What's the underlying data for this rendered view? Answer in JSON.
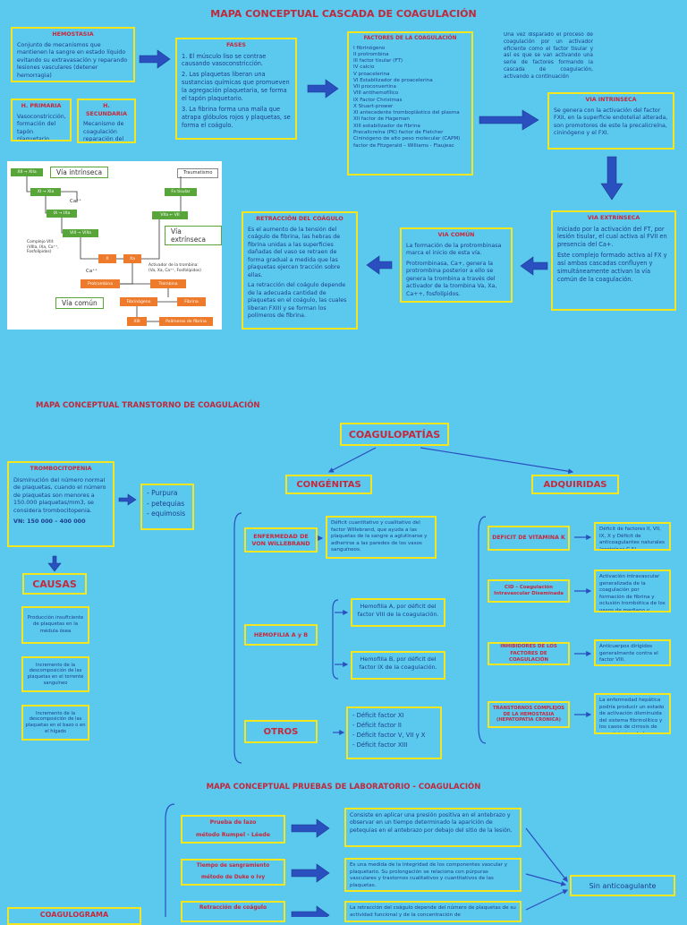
{
  "section1": {
    "title": "MAPA CONCEPTUAL CASCADA DE COAGULACIÓN",
    "hemostasia": {
      "heading": "HEMOSTASIA",
      "text": "Conjunto de mecanismos que mantienen la sangre en estado líquido evitando su extravasación y reparando lesiones vasculares (detener hemorragia)"
    },
    "primaria": {
      "heading": "H. PRIMARIA",
      "text": "Vasoconstricción, formación del tapón plaquetario."
    },
    "secundaria": {
      "heading": "H. SECUNDARIA",
      "text": "Mecanismo de coagulación reparación del tejido dañado."
    },
    "fases": {
      "heading": "FASES",
      "items": [
        "1. El músculo liso se contrae causando vasoconstricción.",
        "2. Las plaquetas liberan una sustancias químicas que promueven la agregación plaquetaria, se forma el tapón plaquetario.",
        "3. La fibrina forma una malla que atrapa glóbulos rojos y plaquetas, se forma el coágulo."
      ]
    },
    "factores": {
      "heading": "FACTORES DE LA COAGULACIÓN",
      "items": [
        "I fibrinógeno",
        "II protrombina",
        "III factor tisular (FT)",
        "IV calcio",
        "V proacelerina",
        "VI Estabilizador de proacelerina",
        "VII proconvertina",
        "VIII antihemofílico",
        "IX Factor Christmas",
        "X Stuart-prower",
        "XI antecedente tromboplástico del plasma",
        "XII factor de Hageman",
        "XIII estabilizador de fibrina",
        "Precalicreína (PK) factor de Fletcher",
        "Cininógeno de alto peso molecular (CAPM) factor de Fitzgerald – Williams - Flaujeac"
      ]
    },
    "topright_text": "Una vez disparado el proceso de coagulación por un activador eficiente como el factor tisular y así es que se van activando una serie de factores formando la cascada de coagulación, activando a continuación",
    "via_intrinseca": {
      "heading": "VIA INTRINSECA",
      "text": "Se genera con la activación del factor FXII, en la superficie endotelial alterada, son promotores de este la precalicreína, cininógeno y el FXI."
    },
    "via_extrinseca": {
      "heading": "VIA EXTRÍNSECA",
      "items": [
        "Iniciado por la activación del FT, por lesión tisular, el cual activa al FVII en presencia del Ca+.",
        "Este complejo formado activa al FX y así ambas cascadas confluyen y simultáneamente activan la vía común de la coagulación."
      ]
    },
    "via_comun": {
      "heading": "VIA COMÚN",
      "items": [
        "La formación de la protrombinasa marca el inicio de esta vía.",
        "Protrombinasa, Ca+, genera la protrombina posterior a ello se genera la trombina a través del activador de la trombina Va, Xa, Ca++, fosfolípidos."
      ]
    },
    "retraccion": {
      "heading": "RETRACCIÓN DEL COÁGULO",
      "items": [
        "Es el aumento de la tensión del coágulo de fibrina, las hebras de fibrina unidas a las superficies dañadas del vaso se retraen de forma gradual a medida que las plaquetas ejercen tracción sobre ellas.",
        "La retracción del coágulo depende de la adecuada cantidad de plaquetas en el coágulo, las cuales liberan FXIII y se forman los polímeros de fibrina."
      ]
    },
    "diagram": {
      "via_intrinseca": "Vía intrínseca",
      "via_extrinseca": "Vía extrínseca",
      "via_comun": "Vía común",
      "traumatismo": "Traumatismo",
      "fx_tisular": "Fx tisular",
      "viia_vii": "VIIa ← VII",
      "xii": "XII → XIIa",
      "xi": "XI → XIa",
      "ix": "IX → IXa",
      "viii": "VIII → VIIIa",
      "ca": "Ca⁺⁺",
      "ca2": "Ca⁺⁺",
      "complejo": "Complejo VIII:\n(VIIIa, IXa, Ca⁺⁺,\nFosfolípidos)",
      "x": "X",
      "xa": "Xa",
      "activador": "Activador de la trombina:\n(Va, Xa, Ca⁺⁺, Fosfolípidos)",
      "protrombina": "Protrombina",
      "trombina": "Trombina",
      "fibrinogeno": "Fibrinógeno",
      "fibrina": "Fibrina",
      "xiii": "XIII",
      "polimeros": "Polímeros de fibrina"
    }
  },
  "section2": {
    "title": "MAPA CONCEPTUAL TRANSTORNO DE COAGULACIÓN",
    "coagulopatias": "COAGULOPATÍAS",
    "congenitas": "CONGÉNITAS",
    "adquiridas": "ADQUIRIDAS",
    "trombocitopenia": {
      "heading": "TROMBOCITOPENIA",
      "text": "Disminución del número normal de plaquetas, cuando el número de plaquetas son menores a 150.000 plaquetas/mm3, se considera trombocitopenia.",
      "vn": "VN: 150 000 – 400 000"
    },
    "signos": [
      "- Purpura",
      "- petequias",
      "- equimosis"
    ],
    "causas": "CAUSAS",
    "causas_items": [
      "Producción insuficiente de plaquetas en la médula ósea",
      "Incremento de la descomposición de las plaquetas en el torrente sanguíneo",
      "Incremento de la descomposición de las plaquetas en el bazo o en el hígado"
    ],
    "willebrand": {
      "label": "ENFERMEDAD DE VON WILLEBRAND",
      "desc": "Déficit cuantitativo y cualitativo del factor Willebrand, que ayuda a las plaquetas de la sangre a aglutinarse y adherirse a las paredes de los vasos sanguíneos."
    },
    "hemofilia": {
      "label": "HEMOFILIA A y B",
      "desc_a": "Hemofilia A, por déficit del factor VIII de la coagulación.",
      "desc_b": "Hemofilia B, por déficit del factor IX de la coagulación."
    },
    "otros": {
      "label": "OTROS",
      "items": [
        "- Déficit factor XI",
        "- Déficit factor II",
        "- Déficit factor V, VII y X",
        "- Déficit factor XIII"
      ]
    },
    "vitamina_k": {
      "label": "DEFICIT DE VITAMINA K",
      "desc": "Déficit de factores II, VII, IX, X y Déficit de anticoagulantes naturales (proteínas C,S)"
    },
    "cid": {
      "label": "CID – Coagulación Intravascular Diseminada",
      "desc": "Activación intravascular generalizada de la coagulación por formación de fibrina y oclusión trombótica de los vasos de mediano y pequeño calibre."
    },
    "inhibidores": {
      "label": "INHIBIDORES DE LOS FACTORES DE COAGULACIÓN",
      "desc": "Anticuerpos dirigidos generalmente contra el factor VIII."
    },
    "transtornos": {
      "label": "TRANSTORNOS COMPLEJOS DE LA HEMOSTASIA (HEPATOPATIA CRONICA)",
      "desc": "La enfermedad hepática podría producir un estado de activación disminuida del sistema fibrinolítico y los casos de cirrosis de muy deteriorada la trombocitopenia."
    }
  },
  "section3": {
    "title": "MAPA CONCEPTUAL PRUEBAS DE LABORATORIO - COAGULACIÓN",
    "lazo": {
      "label": "Prueba de lazo",
      "label2": "método Rumpel - Léede",
      "desc": "Consiste en aplicar una presión positiva en el antebrazo y observar en un tiempo determinado la aparición de petequias en el antebrazo por debajo del sitio de la lesión."
    },
    "sangramiento": {
      "label": "Tiempo de sangramiento",
      "label2": "método de Duke o Ivy",
      "desc": "Es una medida de la integridad de los componentes vascular y plaquetario. Su prolongación se relaciona con púrpuras vasculares y trastornos cualitativos y cuantitativos de las plaquetas."
    },
    "retraccion": {
      "label": "Retracción de coágulo",
      "desc": "La retracción del coágulo depende del número de plaquetas de su actividad funcional y de la concentración de"
    },
    "coagulograma": "COAGULOGRAMA",
    "sin_anticoagulante": "Sin anticoagulante"
  }
}
